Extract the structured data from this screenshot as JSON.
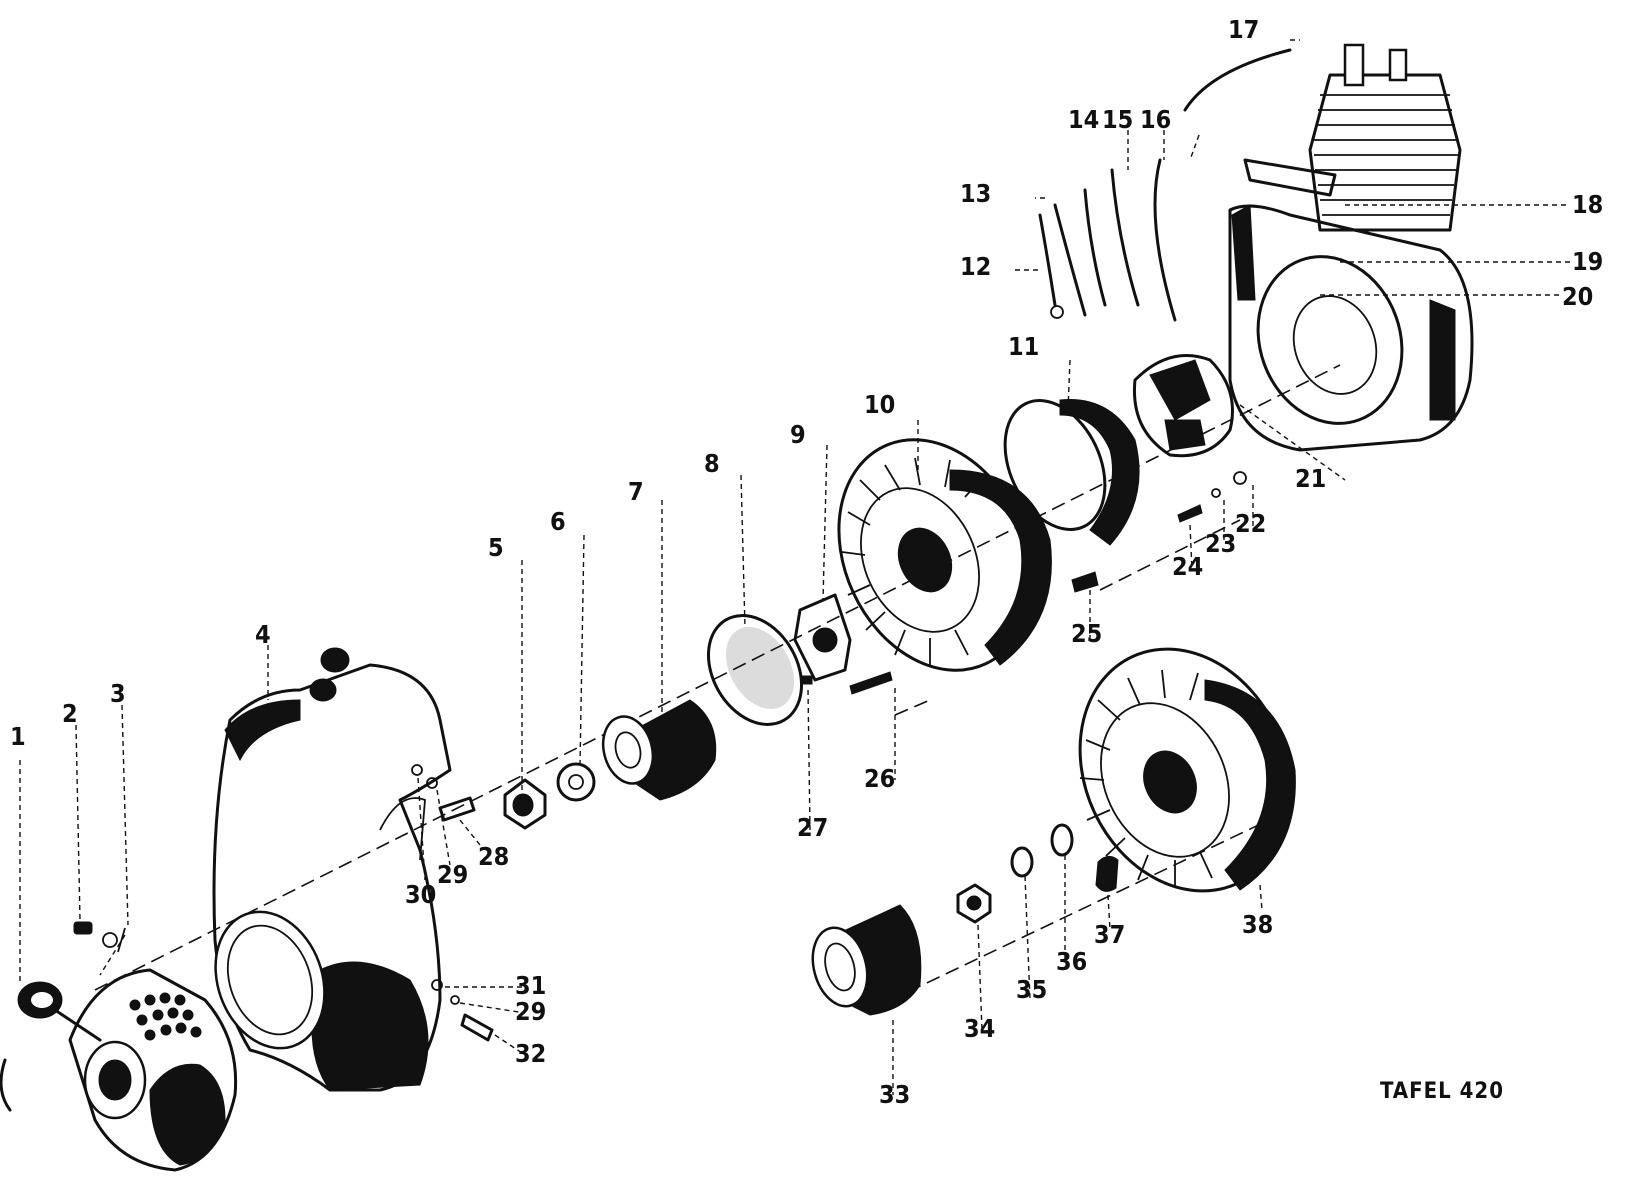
{
  "diagram": {
    "plate_label": "TAFEL 420",
    "part_labels": [
      "1",
      "2",
      "3",
      "4",
      "5",
      "6",
      "7",
      "8",
      "9",
      "10",
      "11",
      "12",
      "13",
      "14",
      "15",
      "16",
      "17",
      "18",
      "19",
      "20",
      "21",
      "22",
      "23",
      "24",
      "25",
      "26",
      "27",
      "28",
      "29",
      "30",
      "31",
      "29",
      "32",
      "33",
      "34",
      "35",
      "36",
      "37",
      "38"
    ]
  }
}
